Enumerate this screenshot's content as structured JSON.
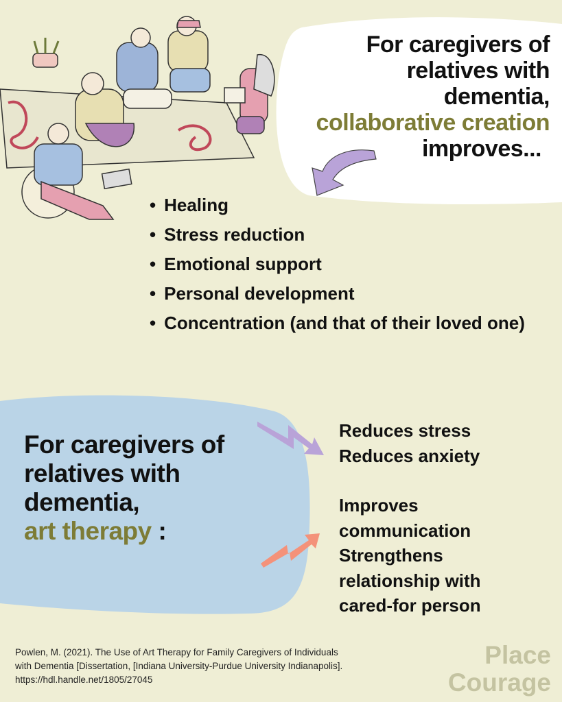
{
  "top": {
    "title_lines": [
      "For caregivers of",
      "relatives with",
      "dementia,"
    ],
    "highlight": "collaborative creation",
    "tail": "improves...",
    "bullets": [
      "Healing",
      "Stress reduction",
      "Emotional support",
      "Personal development",
      "Concentration (and that of their loved one)"
    ]
  },
  "bottom": {
    "title_lines": [
      "For caregivers of",
      "relatives with",
      "dementia,"
    ],
    "highlight": "art therapy",
    "colon": " :",
    "group1": [
      "Reduces stress",
      "Reduces anxiety"
    ],
    "group2": [
      "Improves",
      "communication",
      "Strengthens",
      "relationship with",
      "cared-for person"
    ]
  },
  "citation": [
    "Powlen, M. (2021). The Use of Art Therapy for Family Caregivers of Individuals",
    "with Dementia [Dissertation, [Indiana University-Purdue University Indianapolis].",
    "https://hdl.handle.net/1805/27045"
  ],
  "logo": [
    "Place",
    "Courage"
  ],
  "colors": {
    "background": "#efeed5",
    "olive": "#7d7c36",
    "blue": "#bad4e7",
    "purple": "#b9a3d8",
    "orange": "#f4927a"
  }
}
